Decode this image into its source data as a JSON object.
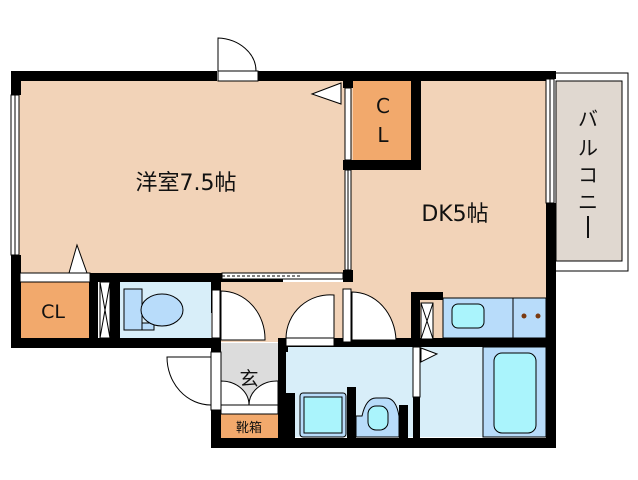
{
  "floor_plan": {
    "rooms": [
      {
        "id": "western-room",
        "label": "洋室7.5帖",
        "type": "bedroom"
      },
      {
        "id": "closet-upper",
        "label_line1": "C",
        "label_line2": "L",
        "type": "closet"
      },
      {
        "id": "dining-kitchen",
        "label": "DK5帖",
        "type": "dining-kitchen"
      },
      {
        "id": "balcony",
        "label": "バルコニー",
        "label_chars": [
          "バ",
          "ル",
          "コ",
          "ニ",
          "ー"
        ],
        "type": "balcony"
      },
      {
        "id": "closet-lower",
        "label": "CL",
        "type": "closet"
      },
      {
        "id": "toilet",
        "label": "",
        "type": "toilet"
      },
      {
        "id": "entrance",
        "label": "玄",
        "type": "entrance"
      },
      {
        "id": "shoe-cabinet",
        "label": "靴箱",
        "type": "storage"
      },
      {
        "id": "washroom",
        "label": "",
        "type": "washroom"
      },
      {
        "id": "bathroom",
        "label": "",
        "type": "bath"
      }
    ],
    "colors": {
      "room_floor": "#f2d3b8",
      "closet": "#f2a96c",
      "wet_area": "#d8eef9",
      "fixture": "#b8dcfa",
      "fixture_inner": "#aaf4fc",
      "entrance": "#dcdcdc",
      "balcony": "#e0d8d0",
      "wall": "#000000",
      "burner": "#7a3a10"
    }
  }
}
